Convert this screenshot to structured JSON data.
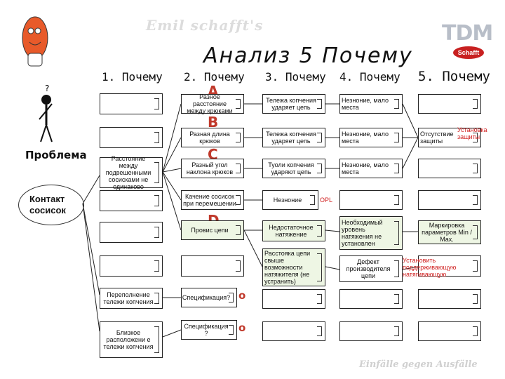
{
  "header": {
    "brand": "Emil schafft's",
    "logo_text": "TDM",
    "logo_badge": "Schafft",
    "title": "Анализ 5 Почему",
    "footer": "Einfälle gegen Ausfälle"
  },
  "columns": [
    "1. Почему",
    "2. Почему",
    "3. Почему",
    "4. Почему",
    "5. Почему"
  ],
  "problem": {
    "label": "Проблема",
    "item": "Контакт сосисок"
  },
  "letters": {
    "a": "A",
    "b": "B",
    "c": "C",
    "d": "D"
  },
  "why1": {
    "r3": "Расстояние между подвешенными сосисками не одинаково",
    "r7": "Переполнение тележи копчения",
    "r8": "Близкое расположени е тележи копчения"
  },
  "why2": {
    "r0": "Разное расстояние между крюками",
    "r1": "Разная длина крюков",
    "r2": "Разный угол наклона крюков",
    "r3": "Качение сосисок при перемешении",
    "r4": "Провис цепи",
    "r6": "Спецификация?",
    "r7": "Спецификация ?",
    "o1": "o",
    "o2": "o"
  },
  "why3": {
    "r0": "Тележа копчения ударяет цепь",
    "r1": "Тележа копчения ударяет цепь",
    "r2": "Туоли копчения ударяют цепь",
    "r3": "Незноние",
    "r3_note": "OPL",
    "r4": "Недостаточное натяжение",
    "r5": "Расстояка цепи свыше возможности натяжителя (не устранить)"
  },
  "why4": {
    "r0": "Незноние, мало места",
    "r1": "Незноние, мало места",
    "r2": "Незноние, мало места",
    "r4": "Необходимый уровень натяжения не установлен",
    "r5": "Дефект производителя цепи"
  },
  "why5": {
    "r1": "Отсутствие защиты",
    "r1_note": "Установка защиты",
    "r4": "Маркировка параметров Min / Max.",
    "r5_note": "Установить поддерживающую натягивающую"
  }
}
